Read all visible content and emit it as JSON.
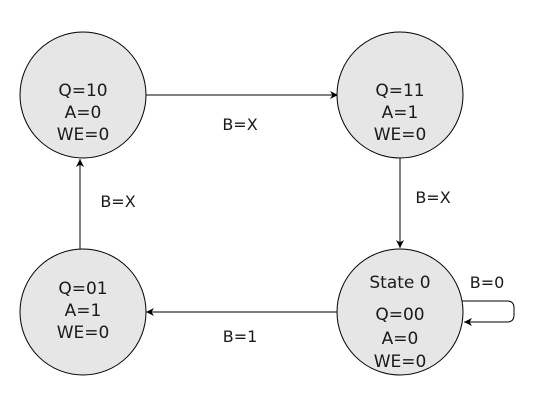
{
  "states": {
    "s10": {
      "lines": [
        "Q=10",
        "A=0",
        "WE=0"
      ]
    },
    "s11": {
      "lines": [
        "Q=11",
        "A=1",
        "WE=0"
      ]
    },
    "s01": {
      "lines": [
        "Q=01",
        "A=1",
        "WE=0"
      ]
    },
    "s00": {
      "title": "State 0",
      "lines": [
        "Q=00",
        "A=0",
        "WE=0"
      ]
    }
  },
  "transitions": {
    "s10_to_s11": "B=X",
    "s11_to_s00": "B=X",
    "s00_to_s01": "B=1",
    "s01_to_s10": "B=X",
    "s00_self": "B=0"
  },
  "colors": {
    "state_fill": "#e6e6e6",
    "stroke": "#000000",
    "text": "#1a1a1a"
  }
}
